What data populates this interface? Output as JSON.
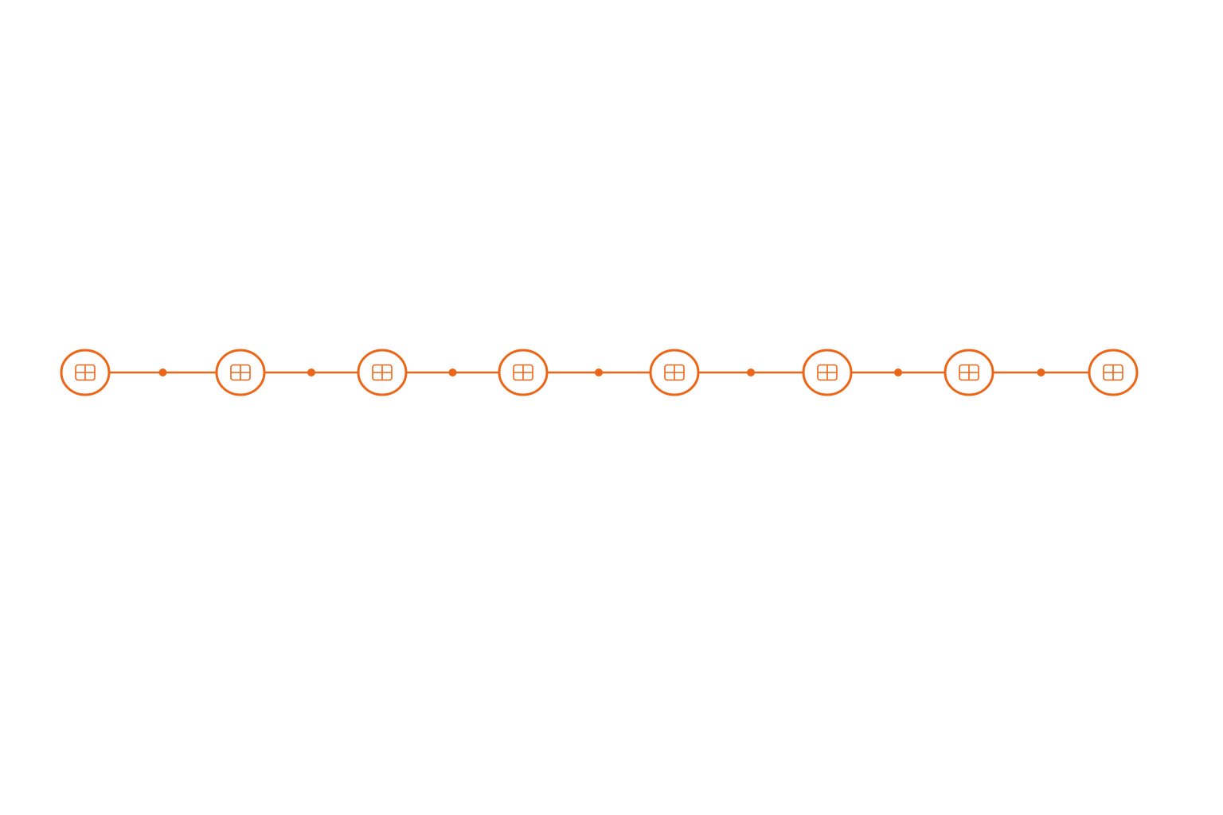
{
  "diagram": {
    "type": "linear-chain",
    "accent_color": "#ED6517",
    "background_color": "#FFFFFF",
    "node_count": 8,
    "node_icon": "grid-icon",
    "connector_midpoint": "dot",
    "labels": []
  }
}
